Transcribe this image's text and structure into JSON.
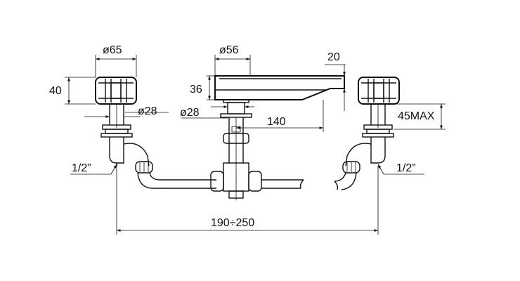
{
  "dimensions": {
    "handle_diameter": "ø65",
    "handle_height": "40",
    "stem_diameter_left": "ø28",
    "spout_diameter": "ø56",
    "spout_height": "36",
    "spout_thickness": "20",
    "spout_base_diameter": "ø28",
    "spout_reach": "140",
    "max_deck_thickness": "45MAX",
    "thread_left": "1/2”",
    "thread_right": "1/2”",
    "center_distance": "190÷250"
  },
  "colors": {
    "line": "#111111",
    "background": "#ffffff"
  }
}
